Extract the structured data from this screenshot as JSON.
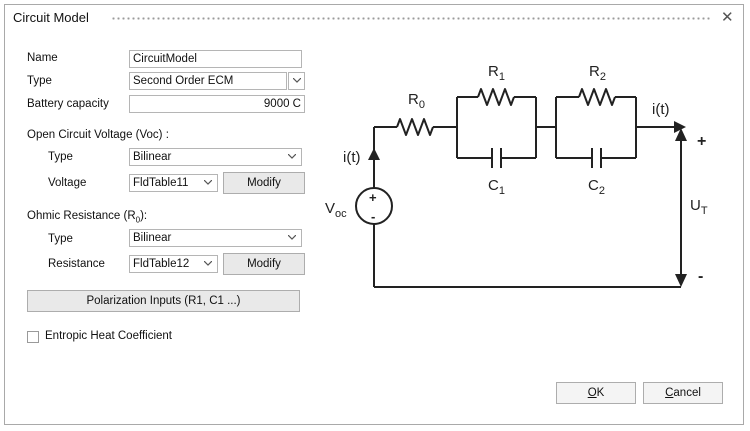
{
  "window": {
    "title": "Circuit Model"
  },
  "form": {
    "name_label": "Name",
    "name_value": "CircuitModel",
    "type_label": "Type",
    "type_value": "Second Order ECM",
    "capacity_label": "Battery capacity",
    "capacity_value": "9000 C",
    "ocv_section": "Open Circuit Voltage (Voc) :",
    "ocv_type_label": "Type",
    "ocv_type_value": "Bilinear",
    "ocv_voltage_label": "Voltage",
    "ocv_voltage_value": "FldTable11",
    "ocv_modify": "Modify",
    "ohmic_section_prefix": "Ohmic Resistance (R",
    "ohmic_section_sub": "0",
    "ohmic_section_suffix": "):",
    "ohmic_type_label": "Type",
    "ohmic_type_value": "Bilinear",
    "ohmic_resistance_label": "Resistance",
    "ohmic_resistance_value": "FldTable12",
    "ohmic_modify": "Modify",
    "polarization_button": "Polarization Inputs (R1, C1 ...)",
    "entropic_label": "Entropic Heat Coefficient",
    "entropic_checked": false
  },
  "footer": {
    "ok_mnemonic": "O",
    "ok_rest": "K",
    "cancel_mnemonic": "C",
    "cancel_rest": "ancel"
  },
  "diagram": {
    "r0_main": "R",
    "r0_sub": "0",
    "r1_main": "R",
    "r1_sub": "1",
    "r2_main": "R",
    "r2_sub": "2",
    "c1_main": "C",
    "c1_sub": "1",
    "c2_main": "C",
    "c2_sub": "2",
    "current_label": "i(t)",
    "current_label_left": "i(t)",
    "voc_main": "V",
    "voc_sub": "oc",
    "ut_main": "U",
    "ut_sub": "T",
    "plus_sign": "+",
    "minus_sign": "-",
    "source_plus": "+",
    "source_minus": "-"
  }
}
